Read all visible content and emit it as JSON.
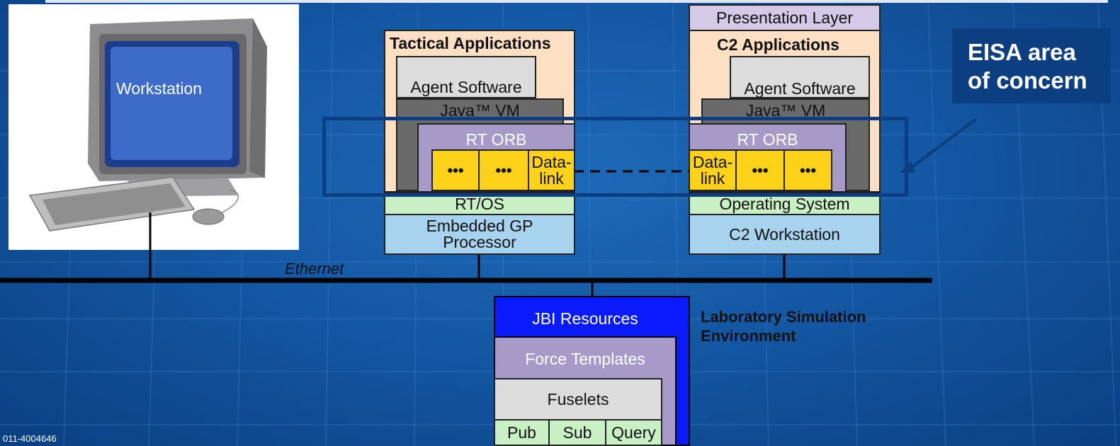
{
  "workstation": {
    "label": "Workstation"
  },
  "network": {
    "ethernet_label": "Ethernet"
  },
  "tactical_stack": {
    "title": "Tactical Applications",
    "agent_software": "Agent Software",
    "java_vm": "Java™ VM",
    "rt_orb": "RT ORB",
    "dots_1": "•••",
    "dots_2": "•••",
    "datalink_1": "Data-",
    "datalink_2": "link",
    "os": "RT/OS",
    "hardware": "Embedded GP Processor"
  },
  "c2_stack": {
    "presentation": "Presentation Layer",
    "title": "C2 Applications",
    "agent_software": "Agent Software",
    "java_vm": "Java™ VM",
    "rt_orb": "RT ORB",
    "datalink_1": "Data-",
    "datalink_2": "link",
    "dots_1": "•••",
    "dots_2": "•••",
    "os": "Operating System",
    "hardware": "C2 Workstation"
  },
  "callout": {
    "line1": "EISA area",
    "line2": "of concern"
  },
  "jbi": {
    "resources": "JBI Resources",
    "force_templates": "Force Templates",
    "fuselets": "Fuselets",
    "pub": "Pub",
    "sub": "Sub",
    "query": "Query"
  },
  "lab_env": {
    "line1": "Laboratory Simulation",
    "line2": "Environment"
  },
  "doc_number": "011-4004646",
  "colors": {
    "background": "#1458a4",
    "peach": "#fde0c4",
    "light_gray": "#dcdcdc",
    "dark_gray": "#6a6a6a",
    "purple": "#a79ac8",
    "yellow": "#ffd21a",
    "green": "#c9f0c4",
    "light_blue": "#a7d3ee",
    "callout_bg": "#0c3f82",
    "jbi_blue": "#0a1cff"
  }
}
